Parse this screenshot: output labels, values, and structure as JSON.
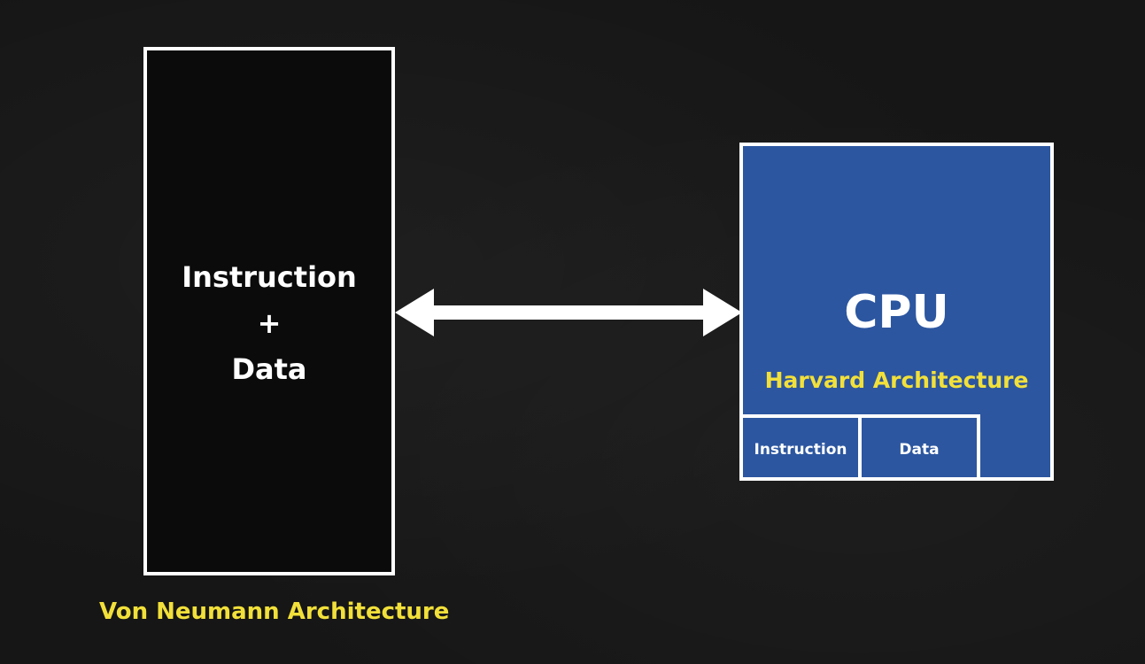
{
  "memory": {
    "line1": "Instruction",
    "line2": "+",
    "line3": "Data",
    "caption": "Von Neumann Architecture"
  },
  "cpu": {
    "title": "CPU",
    "caption": "Harvard Architecture",
    "cache_instruction": "Instruction",
    "cache_data": "Data"
  },
  "colors": {
    "background": "#161616",
    "cpu_fill": "#2c56a0",
    "caption": "#f2e03a",
    "stroke": "#ffffff"
  }
}
